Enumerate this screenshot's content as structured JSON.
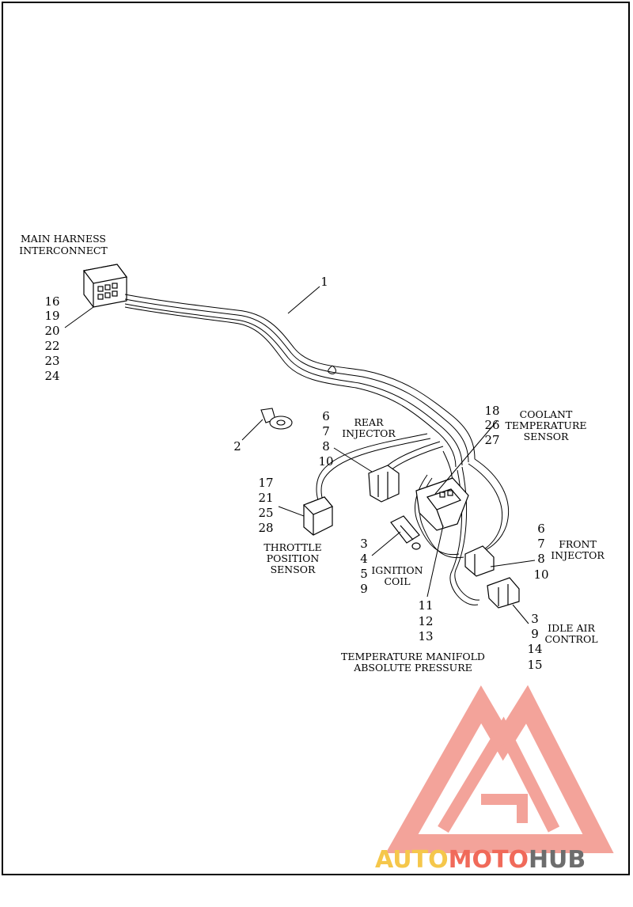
{
  "labels": {
    "main_harness": [
      "MAIN HARNESS",
      "INTERCONNECT"
    ],
    "rear_injector": [
      "REAR",
      "INJECTOR"
    ],
    "coolant_sensor": [
      "COOLANT",
      "TEMPERATURE",
      "SENSOR"
    ],
    "throttle_sensor": [
      "THROTTLE",
      "POSITION",
      "SENSOR"
    ],
    "ignition_coil": [
      "IGNITION",
      "COIL"
    ],
    "front_injector": [
      "FRONT",
      "INJECTOR"
    ],
    "idle_air": [
      "IDLE AIR",
      "CONTROL"
    ],
    "tmap": [
      "TEMPERATURE MANIFOLD",
      "ABSOLUTE PRESSURE"
    ]
  },
  "callouts": {
    "main_harness_pins": [
      "16",
      "19",
      "20",
      "22",
      "23",
      "24"
    ],
    "harness": "1",
    "clip": "2",
    "rear_injector_pins": [
      "6",
      "7",
      "8",
      "10"
    ],
    "coolant_pins": [
      "18",
      "26",
      "27"
    ],
    "throttle_pins": [
      "17",
      "21",
      "25",
      "28"
    ],
    "ignition_pins": [
      "3",
      "4",
      "5",
      "9"
    ],
    "tmap_pins": [
      "11",
      "12",
      "13"
    ],
    "front_injector_pins": [
      "6",
      "7",
      "8",
      "10"
    ],
    "idle_air_pins": [
      "3",
      "9",
      "14",
      "15"
    ]
  },
  "watermark": {
    "parts": [
      "AUTO",
      "MOTO",
      "HUB"
    ],
    "colors": [
      "#f5c74b",
      "#f06a5a",
      "#6d6d6d"
    ],
    "logo_color": "#f3a39a"
  }
}
